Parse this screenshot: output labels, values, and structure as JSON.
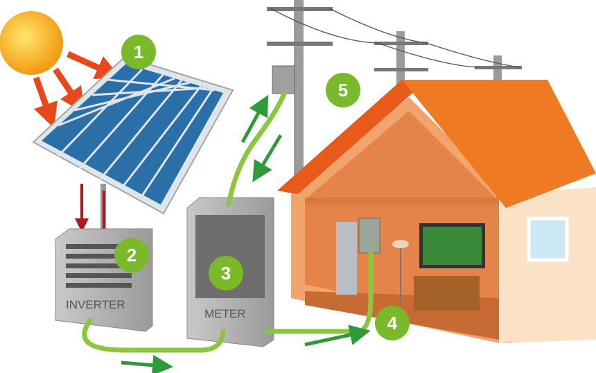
{
  "colors": {
    "badge": "#7ab929",
    "arrow_green": "#2e9a3a",
    "arrow_red": "#b3161b",
    "sun": "#f6b51e",
    "sun_arrow": "#e8461b",
    "panel": "#2a6fa8",
    "roof": "#f07a22",
    "wall": "#f1a46c",
    "cable": "#8cc63f"
  },
  "steps": [
    {
      "number": "1",
      "name": "solar-panel"
    },
    {
      "number": "2",
      "name": "inverter"
    },
    {
      "number": "3",
      "name": "meter"
    },
    {
      "number": "4",
      "name": "house"
    },
    {
      "number": "5",
      "name": "grid"
    }
  ],
  "labels": {
    "inverter": "INVERTER",
    "meter": "METER"
  }
}
